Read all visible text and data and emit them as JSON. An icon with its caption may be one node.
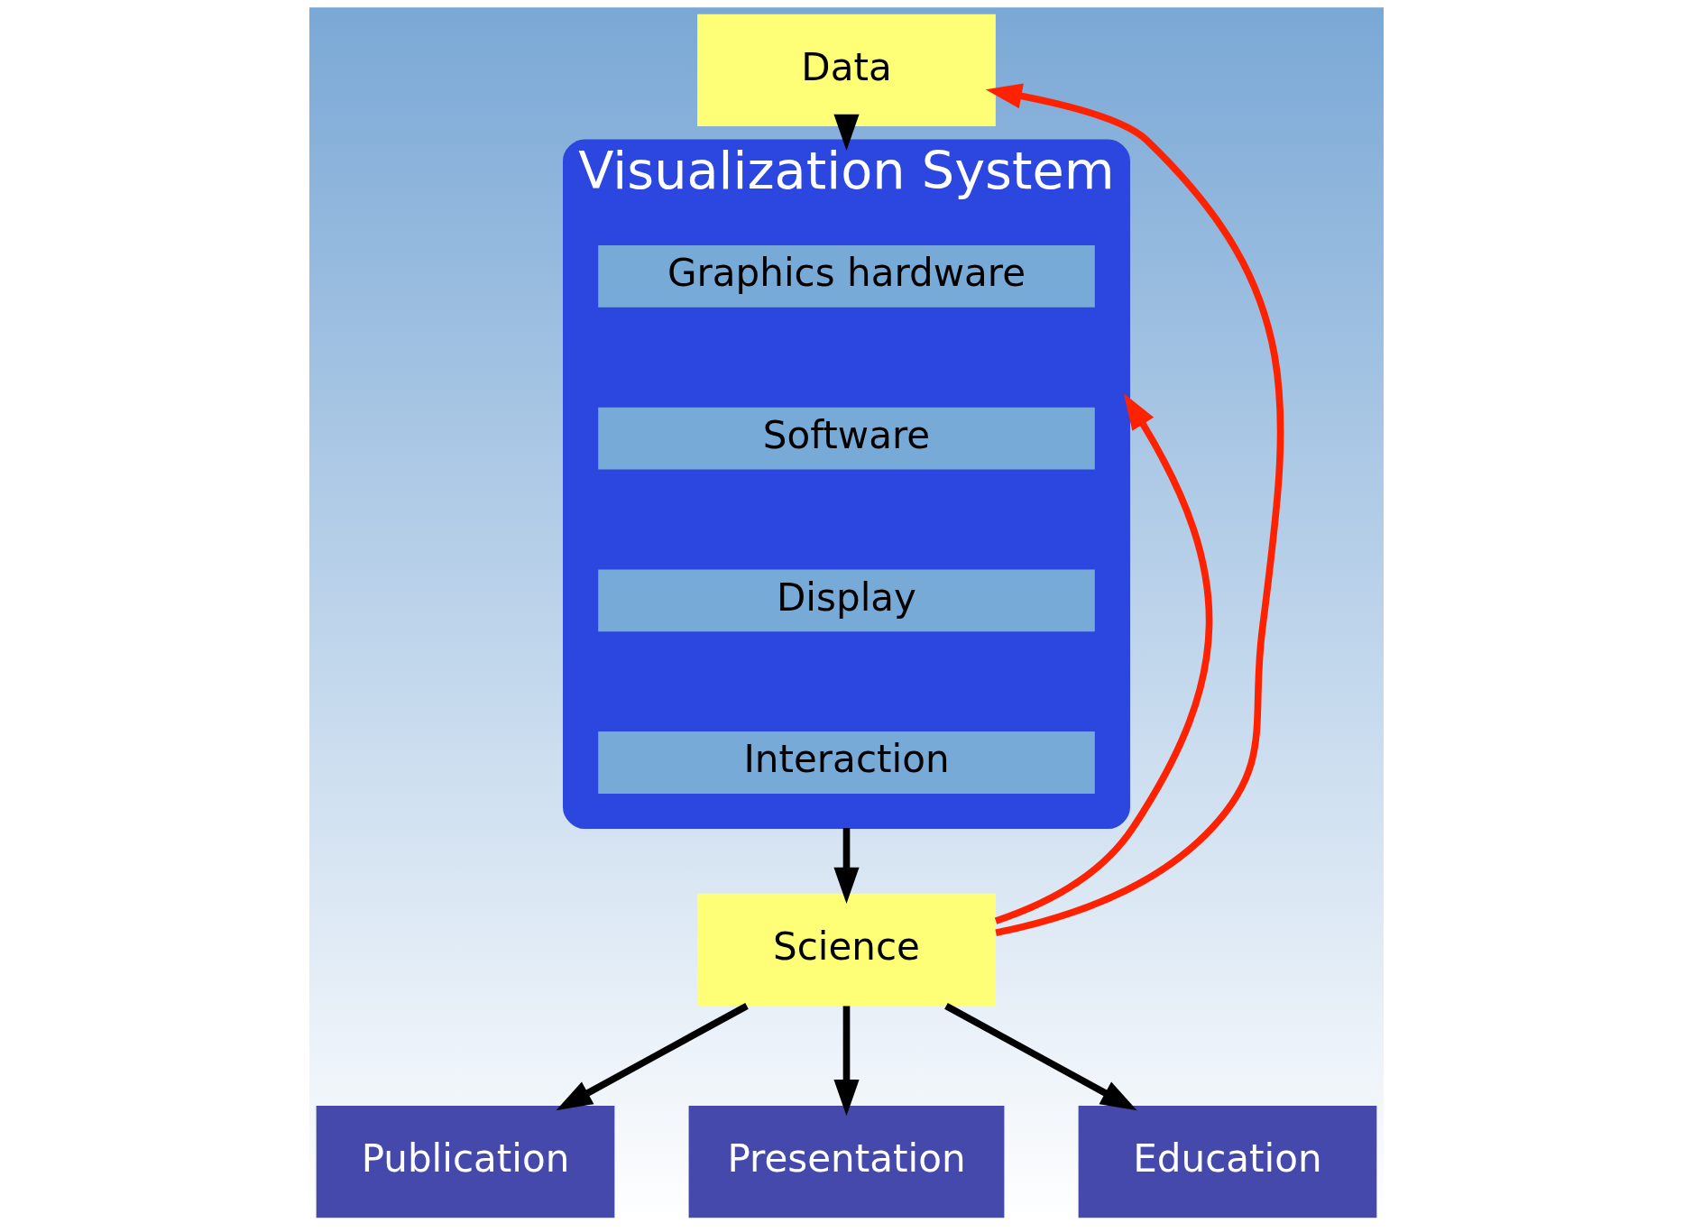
{
  "diagram": {
    "nodes": [
      {
        "text": [
          "Visualization System"
        ]
      },
      {
        "text": [
          "Graphics hardware"
        ],
        "in": 0
      },
      {
        "text": [
          "Software"
        ],
        "in": 0
      },
      {
        "text": [
          "Display"
        ],
        "in": 0
      },
      {
        "text": [
          "Interaction"
        ],
        "in": 0
      },
      {
        "text": [
          "Data"
        ]
      },
      {
        "text": [
          "Science"
        ]
      },
      {
        "text": [
          "Publication"
        ]
      },
      {
        "text": [
          "Presentation"
        ]
      },
      {
        "text": [
          "Education"
        ]
      }
    ],
    "edges": [
      {
        "from": 5,
        "to": 0,
        "arrow": "to"
      },
      {
        "from": 0,
        "to": 6,
        "arrow": "to"
      },
      {
        "from": 6,
        "to": 5,
        "arrow": "to",
        "color": "#ff2200"
      },
      {
        "from": 6,
        "to": 0,
        "arrow": "to",
        "color": "#ff2200"
      },
      {
        "from": 6,
        "to": 7,
        "arrow": "to"
      },
      {
        "from": 6,
        "to": 8,
        "arrow": "to"
      },
      {
        "from": 6,
        "to": 9,
        "arrow": "to"
      }
    ]
  }
}
